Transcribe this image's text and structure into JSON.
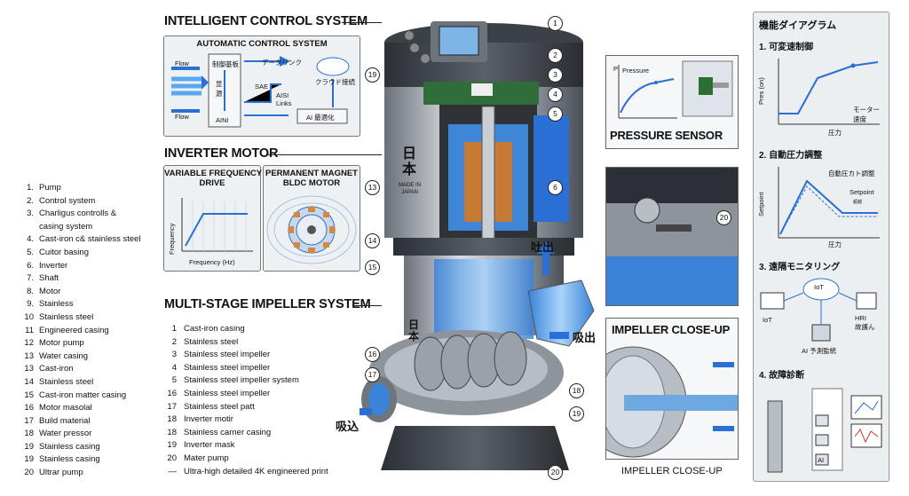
{
  "headings": {
    "intelligent_control": "INTELLIGENT CONTROL SYSTEM",
    "inverter_motor": "INVERTER MOTOR",
    "multistage": "MULTI-STAGE IMPELLER SYSTEM",
    "pressure_sensor": "PRESSURE SENSOR",
    "impeller_closeup": "IMPELLER CLOSE-UP",
    "impeller_closeup_caption": "IMPELLER CLOSE-UP"
  },
  "auto_control": {
    "title": "AUTOMATIC CONTROL SYSTEM",
    "flow1": "Flow",
    "flow2": "Flow",
    "board": "制御基板",
    "datalink": "データリンク",
    "cloud": "クラウド接続",
    "vertical": "显\n源",
    "sae": "SAE",
    "aisi": "AISI\nLinks",
    "aini": "AINI",
    "ai_opt": "AI 最適化"
  },
  "vfd": {
    "title": "VARIABLE FREQUENCY\nDRIVE",
    "ylabel": "Frequency",
    "xlabel": "Frequency (Hz)"
  },
  "bldc": {
    "title": "PERMANENT MAGNET\nBLDC MOTOR"
  },
  "left_legend": [
    {
      "n": "1.",
      "t": "Pump"
    },
    {
      "n": "2.",
      "t": "Control system"
    },
    {
      "n": "3.",
      "t": "Charligus controlls &\ncasing system"
    },
    {
      "n": "4.",
      "t": "Cast-iron c& stainless steel"
    },
    {
      "n": "5.",
      "t": "Cuitor basing"
    },
    {
      "n": "6.",
      "t": "Inverter"
    },
    {
      "n": "7.",
      "t": "Shaft"
    },
    {
      "n": "8.",
      "t": "Motor"
    },
    {
      "n": "9.",
      "t": "Stainless"
    },
    {
      "n": "10",
      "t": "Stainless steel"
    },
    {
      "n": "11",
      "t": "Engineered casing"
    },
    {
      "n": "12",
      "t": "Motor pump"
    },
    {
      "n": "13",
      "t": "Water casing"
    },
    {
      "n": "13",
      "t": "Cast-iron"
    },
    {
      "n": "14",
      "t": "Stainless steel"
    },
    {
      "n": "15",
      "t": "Cast-iron matter casing"
    },
    {
      "n": "16",
      "t": "Motor masolal"
    },
    {
      "n": "17",
      "t": "Build material"
    },
    {
      "n": "18",
      "t": "Water pressor"
    },
    {
      "n": "19",
      "t": "Stainless casing"
    },
    {
      "n": "19",
      "t": "Stainless casing"
    },
    {
      "n": "20",
      "t": "Ultrar pump"
    }
  ],
  "mid_list": [
    {
      "n": "1",
      "t": "Cast-iron casing"
    },
    {
      "n": "2",
      "t": "Stainless steel"
    },
    {
      "n": "3",
      "t": "Stainless steel impeller"
    },
    {
      "n": "4",
      "t": "Stainless steel impeller"
    },
    {
      "n": "5",
      "t": "Stainless steel impeller system"
    },
    {
      "n": "16",
      "t": "Stainless steel impeller"
    },
    {
      "n": "17",
      "t": "Stainless steel patt"
    },
    {
      "n": "18",
      "t": "Inverter motir"
    },
    {
      "n": "18",
      "t": "Stainless carner casing"
    },
    {
      "n": "19",
      "t": "Inverter mask"
    },
    {
      "n": "20",
      "t": "Mater pump"
    },
    {
      "n": "—",
      "t": "Ultra-high detailed 4K engineered print"
    }
  ],
  "pump": {
    "kanji": "日\n本",
    "made_in_japan": "MADE IN\nJAPAN",
    "kanji2": "日\n本",
    "outlet": "吐出",
    "discharge": "吸出",
    "inlet": "吸込"
  },
  "callouts": {
    "c1": "1",
    "c2": "2",
    "c3": "3",
    "c4": "4",
    "c5": "5",
    "c6": "6",
    "c13": "13",
    "c14": "14",
    "c15": "15",
    "c16": "16",
    "c17": "17",
    "c18": "18",
    "c19a": "19",
    "c19b": "19",
    "c20a": "20",
    "c20b": "20"
  },
  "pressure_chart": {
    "axis_p": "P",
    "label": "Pressure"
  },
  "right_panel": {
    "title": "機能ダイアグラム",
    "s1": "1. 可変速制御",
    "s1_ylabel": "Pres (on)",
    "s1_xlabel": "圧力",
    "s1_note": "モーター\n速度",
    "s2": "2. 自動圧力調整",
    "s2_ylabel": "Setpoint",
    "s2_xlabel": "圧力",
    "s2_note": "自動圧カト調整",
    "s2_setpoint": "Setpoint",
    "s2_small": "超越",
    "s3": "3. 遠隔モニタリング",
    "s3_iot": "IoT",
    "s3_iot2": "IoT",
    "s3_hri": "HRI\n故護ん",
    "s3_ai": "AI 予測監統",
    "s4": "4. 故障診断",
    "s4_ai": "AI"
  },
  "colors": {
    "accent_blue": "#2a6fd6",
    "water_blue": "#5aa8f0",
    "dark_steel": "#4a4f57",
    "panel_bg": "#eef1f4"
  }
}
